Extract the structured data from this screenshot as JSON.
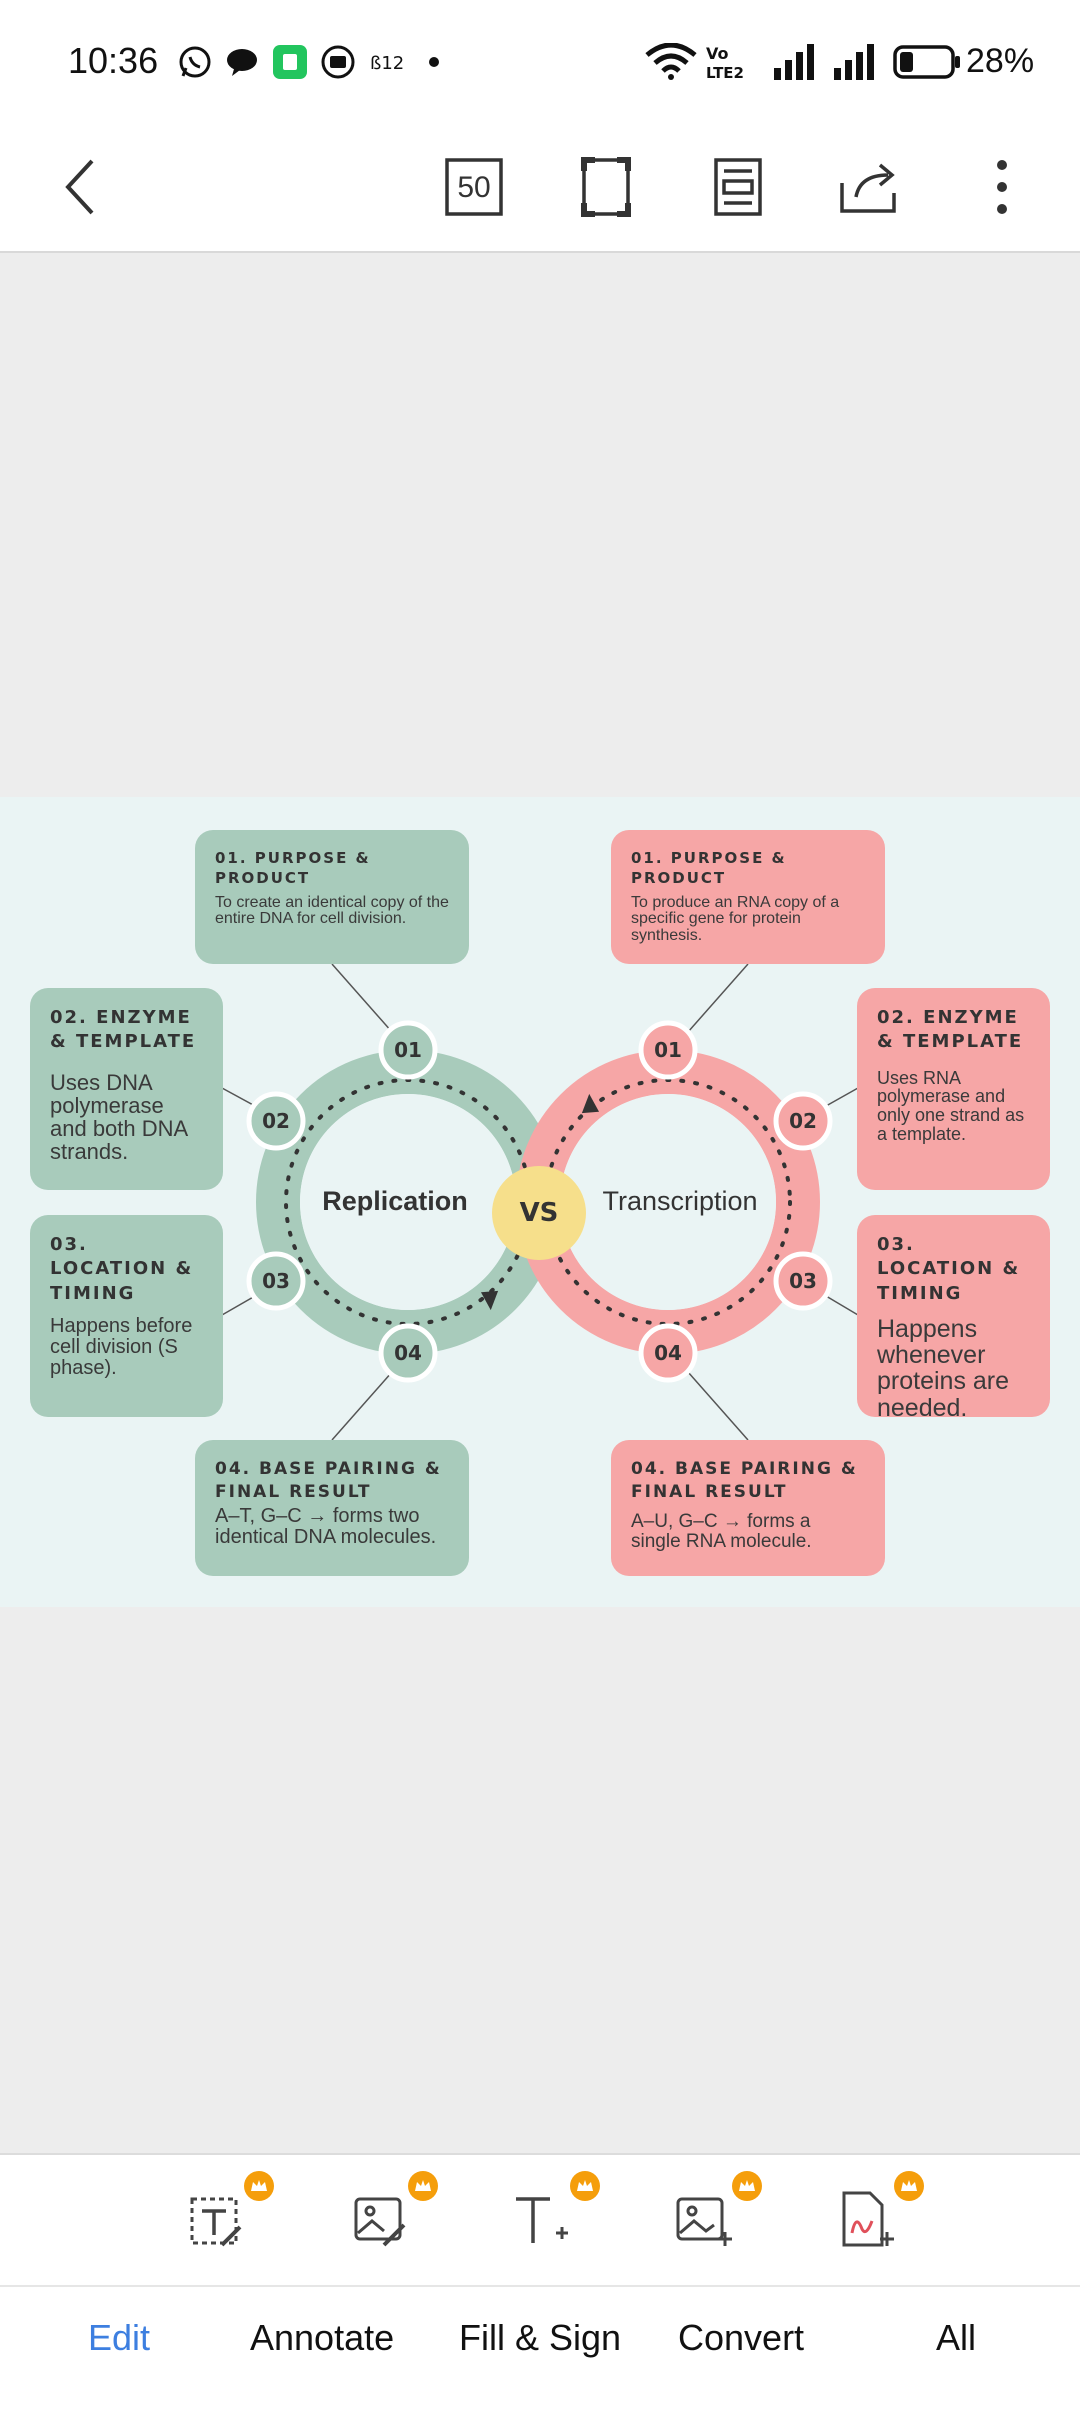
{
  "status_bar": {
    "time": "10:36",
    "battery": "28%",
    "network": "Vo LTE2"
  },
  "toolbar": {
    "page_count": "50"
  },
  "infographic": {
    "center": {
      "left_label": "Replication",
      "right_label": "Transcription",
      "vs": "VS"
    },
    "nodes": [
      "01",
      "02",
      "03",
      "04"
    ],
    "replication": [
      {
        "title": "01. PURPOSE & PRODUCT",
        "body": "To create an identical copy of the entire DNA for cell division."
      },
      {
        "title": "02. ENZYME & TEMPLATE",
        "body": "Uses DNA polymerase and both DNA strands."
      },
      {
        "title": "03. LOCATION & TIMING",
        "body": "Happens before cell division (S phase)."
      },
      {
        "title": "04. BASE PAIRING & FINAL RESULT",
        "body": "A–T, G–C → forms two identical DNA molecules."
      }
    ],
    "transcription": [
      {
        "title": "01. PURPOSE & PRODUCT",
        "body": "To produce an RNA copy of a specific gene for protein synthesis."
      },
      {
        "title": "02. ENZYME & TEMPLATE",
        "body": "Uses RNA polymerase and only one strand as a template."
      },
      {
        "title": "03. LOCATION & TIMING",
        "body": "Happens whenever proteins are needed."
      },
      {
        "title": "04. BASE PAIRING & FINAL RESULT",
        "body": "A–U, G–C → forms a single RNA molecule."
      }
    ]
  },
  "bottom_nav": {
    "tabs": [
      "Edit",
      "Annotate",
      "Fill & Sign",
      "Convert",
      "All"
    ]
  },
  "colors": {
    "green": "#a8cbbb",
    "pink": "#f6a6a6",
    "accent": "#3d7fe0",
    "vs_yellow": "#f6df8b"
  }
}
